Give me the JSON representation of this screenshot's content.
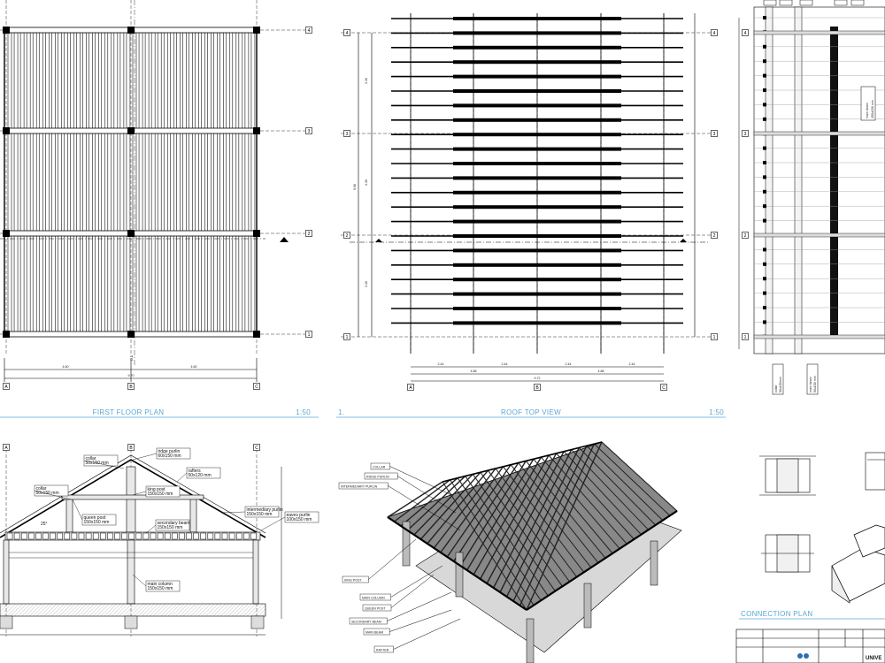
{
  "sheets": {
    "first_floor": {
      "title": "FIRST FLOOR PLAN",
      "scale": "1:50"
    },
    "roof": {
      "number": "1.",
      "title": "ROOF TOP VIEW",
      "scale": "1:50"
    },
    "connection": {
      "title": "CONNECTION PLAN"
    }
  },
  "grid_axes": {
    "letters": [
      "A",
      "B",
      "C"
    ],
    "numbers": [
      "4",
      "3",
      "2",
      "1"
    ]
  },
  "section_labels": {
    "ridge_purlin": [
      "ridge purlin",
      "60x150 mm"
    ],
    "collar_top": [
      "collar",
      "50x150 mm"
    ],
    "rafters": [
      "rafters",
      "50x120 mm"
    ],
    "collar_left": [
      "collar",
      "50x150 mm"
    ],
    "king_post": [
      "king post",
      "150x150 mm"
    ],
    "intermediary_purlin": [
      "intermediary purlin",
      "150x150 mm"
    ],
    "queen_post": [
      "queen post",
      "150x150 mm"
    ],
    "secondary_beam": [
      "secondary beam",
      "150x150 mm"
    ],
    "eaves_purlin": [
      "eaves purlin",
      "100x150 mm"
    ],
    "main_column": [
      "main column",
      "150x150 mm"
    ],
    "angle": "25°"
  },
  "iso_labels": [
    "COLLAR",
    "RIDGE PURLIN",
    "INTERMEDIARY PURLIN",
    "KING POST",
    "MAIN COLUMN",
    "QUEEN POST",
    "SECONDARY BEAM",
    "MAIN BEAM",
    "RAFTER"
  ],
  "side_labels": {
    "main_beam": [
      "main beam",
      "150x150 mm"
    ],
    "collar": [
      "collar",
      "50x150mm"
    ],
    "main_beam_bottom": [
      "main beam",
      "50x150 mm"
    ]
  },
  "title_block": {
    "university": "UNIVE"
  }
}
